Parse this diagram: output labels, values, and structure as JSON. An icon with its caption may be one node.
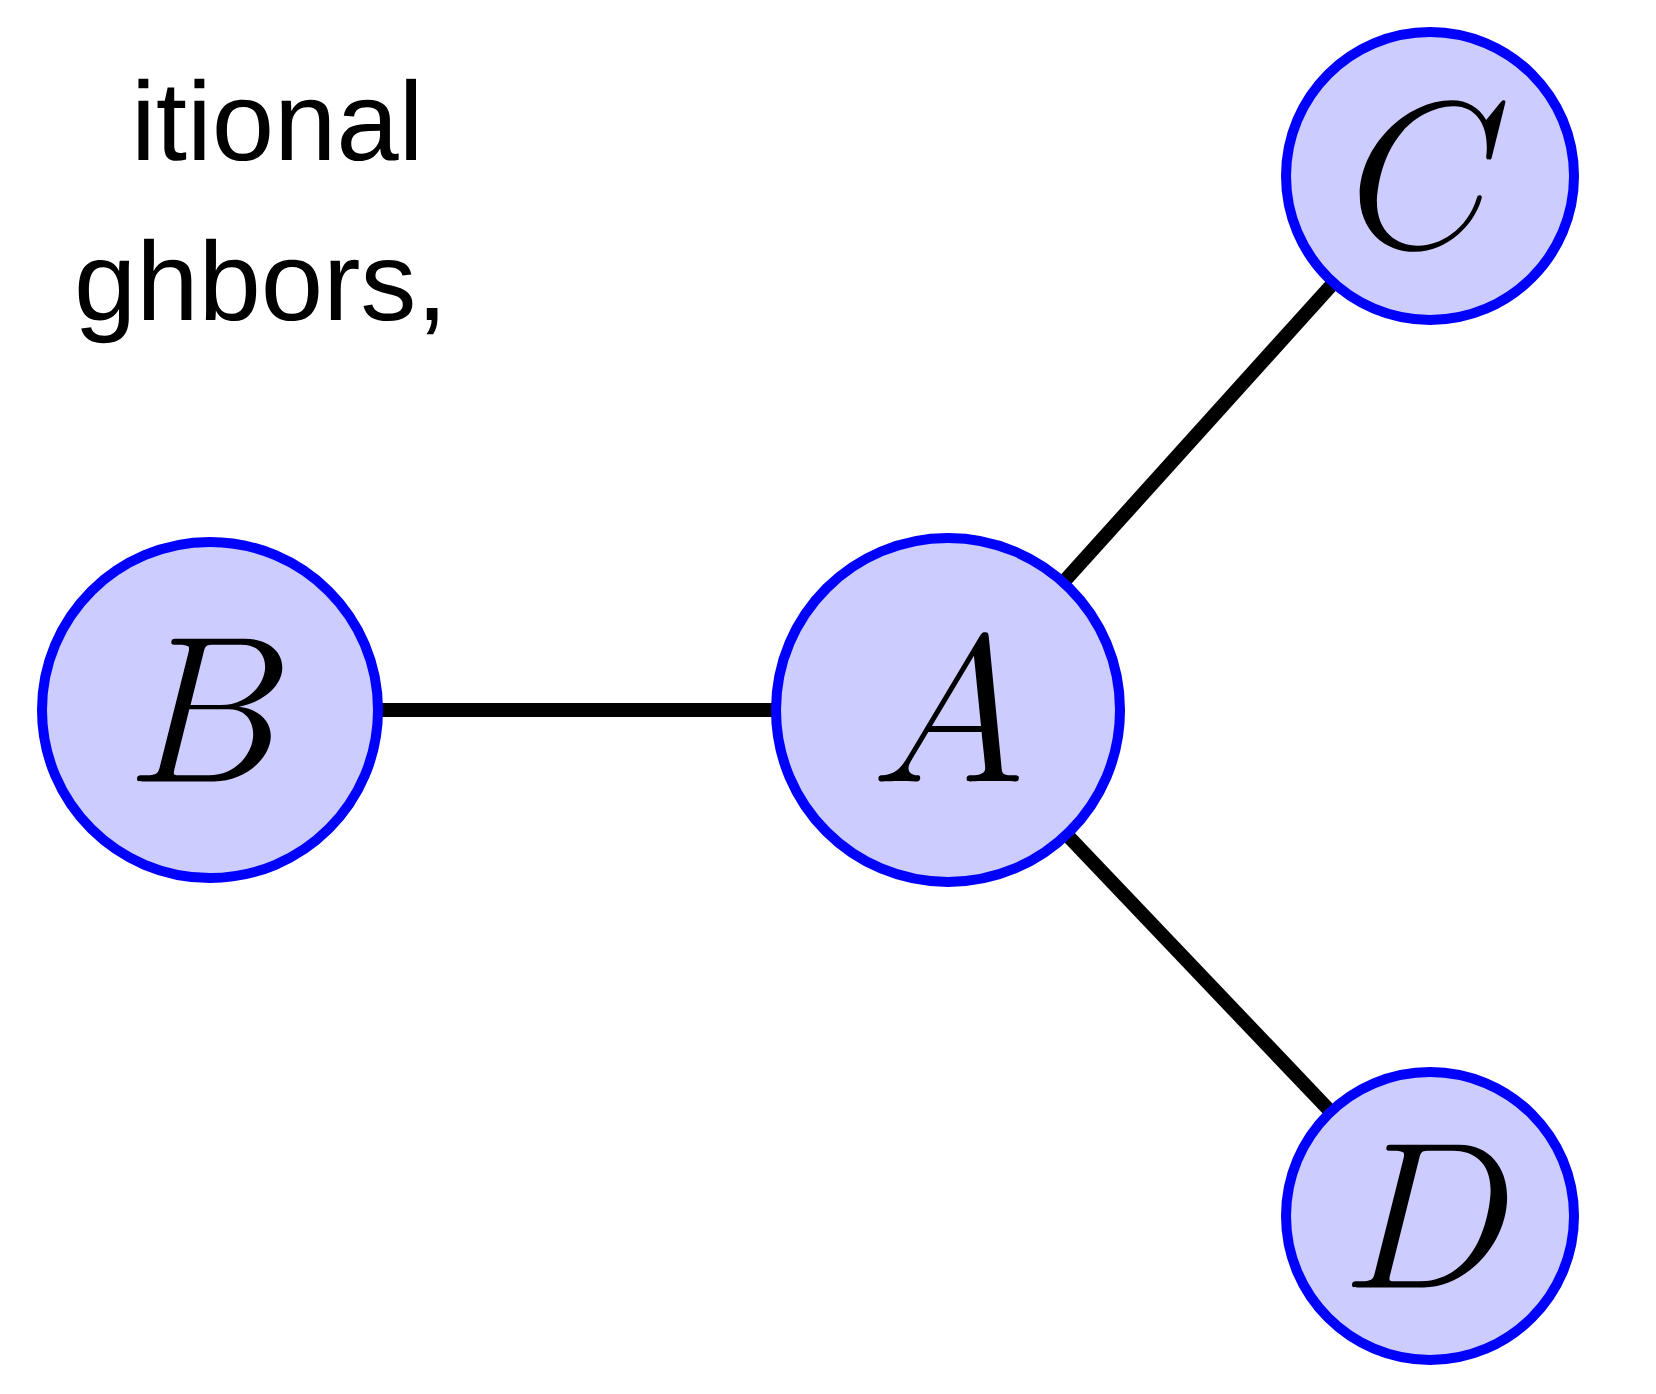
{
  "diagram": {
    "nodes": [
      {
        "text": [
          "A"
        ]
      },
      {
        "text": [
          "B"
        ]
      },
      {
        "text": [
          "C"
        ]
      },
      {
        "text": [
          "D"
        ]
      }
    ],
    "edges": [
      {
        "from": 1,
        "to": 0,
        "arrow": "none"
      },
      {
        "from": 0,
        "to": 2,
        "arrow": "none"
      },
      {
        "from": 0,
        "to": 3,
        "arrow": "none"
      }
    ],
    "labels": [
      "itional",
      "ghbors,"
    ]
  }
}
